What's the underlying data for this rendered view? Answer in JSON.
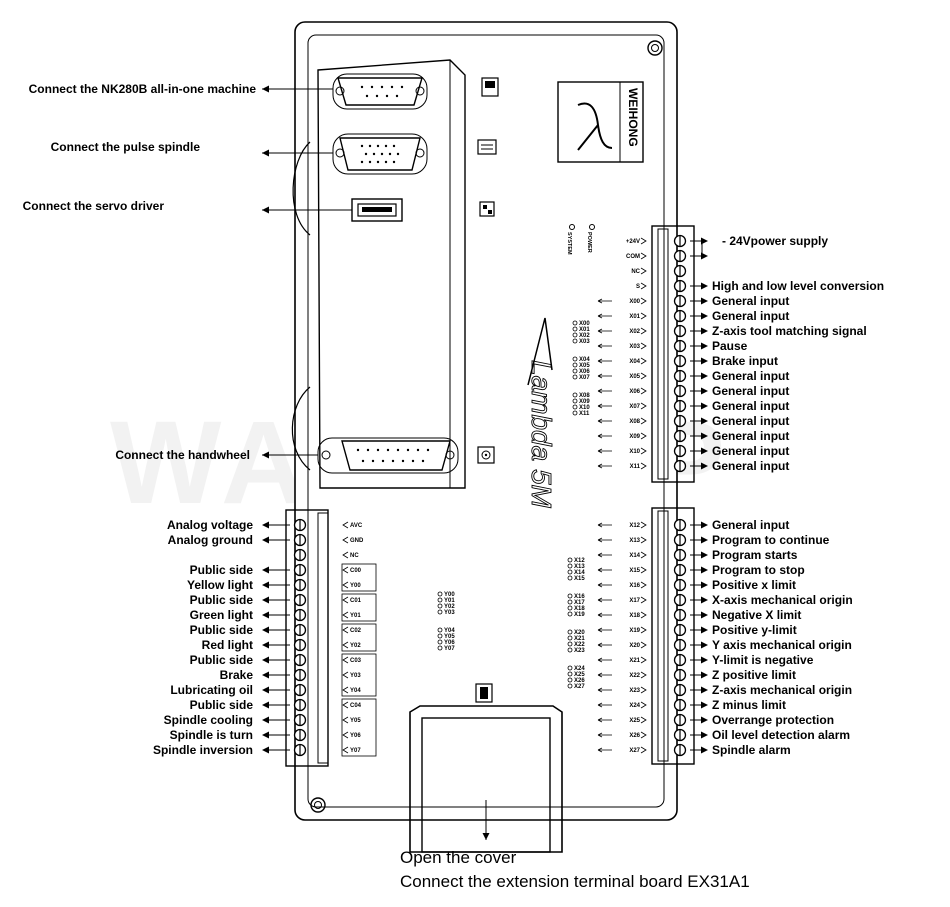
{
  "watermark": "WAVETOP",
  "brand": {
    "logo_text": "WEIHONG",
    "model_text": "Lambda 5M"
  },
  "indicators": {
    "power": "POWER",
    "system": "SYSTEM"
  },
  "top_annotations": [
    {
      "text": "Connect the NK280B all-in-one machine"
    },
    {
      "text": "Connect the pulse spindle"
    },
    {
      "text": "Connect the servo driver"
    },
    {
      "text": "Connect the handwheel"
    }
  ],
  "upper_right_terminals": {
    "pins": [
      "+24V",
      "COM",
      "NC",
      "S",
      "X00",
      "X01",
      "X02",
      "X03",
      "X04",
      "X05",
      "X06",
      "X07",
      "X08",
      "X09",
      "X10",
      "X11"
    ],
    "labels": [
      "- 24Vpower supply",
      "High and low level conversion",
      "General input",
      "General input",
      "Z-axis tool matching signal",
      "Pause",
      "Brake input",
      "General input",
      "General input",
      "General input",
      "General input",
      "General input",
      "General input",
      "General input"
    ]
  },
  "lower_right_terminals": {
    "pins": [
      "X12",
      "X13",
      "X14",
      "X15",
      "X16",
      "X17",
      "X18",
      "X19",
      "X20",
      "X21",
      "X22",
      "X23",
      "X24",
      "X25",
      "X26",
      "X27"
    ],
    "labels": [
      "General input",
      "Program to continue",
      "Program starts",
      "Program to stop",
      "Positive x limit",
      "X-axis mechanical origin",
      "Negative X limit",
      "Positive y-limit",
      "Y axis mechanical origin",
      "Y-limit is negative",
      "Z positive limit",
      "Z-axis mechanical origin",
      "Z minus limit",
      "Overrange protection",
      "Oil level detection alarm",
      "Spindle alarm"
    ]
  },
  "left_terminals": {
    "pins": [
      "AVC",
      "GND",
      "NC",
      "C00",
      "Y00",
      "C01",
      "Y01",
      "C02",
      "Y02",
      "C03",
      "Y03",
      "Y04",
      "C04",
      "Y05",
      "Y06",
      "Y07"
    ],
    "labels": [
      "Analog voltage",
      "Analog ground",
      "Public side",
      "Yellow light",
      "Public side",
      "Green light",
      "Public side",
      "Red light",
      "Public side",
      "Brake",
      "Lubricating oil",
      "Public side",
      "Spindle cooling",
      "Spindle is turn",
      "Spindle inversion"
    ]
  },
  "led_groups": {
    "x_upper": [
      "X00",
      "X01",
      "X02",
      "X03",
      "X04",
      "X05",
      "X06",
      "X07",
      "X08",
      "X09",
      "X10",
      "X11"
    ],
    "x_lower": [
      "X12",
      "X13",
      "X14",
      "X15",
      "X16",
      "X17",
      "X18",
      "X19",
      "X20",
      "X21",
      "X22",
      "X23",
      "X24",
      "X25",
      "X26",
      "X27"
    ],
    "y": [
      "Y00",
      "Y01",
      "Y02",
      "Y03",
      "Y04",
      "Y05",
      "Y06",
      "Y07"
    ]
  },
  "bottom_annotations": {
    "line1": "Open the cover",
    "line2": "Connect the extension terminal board EX31A1"
  }
}
